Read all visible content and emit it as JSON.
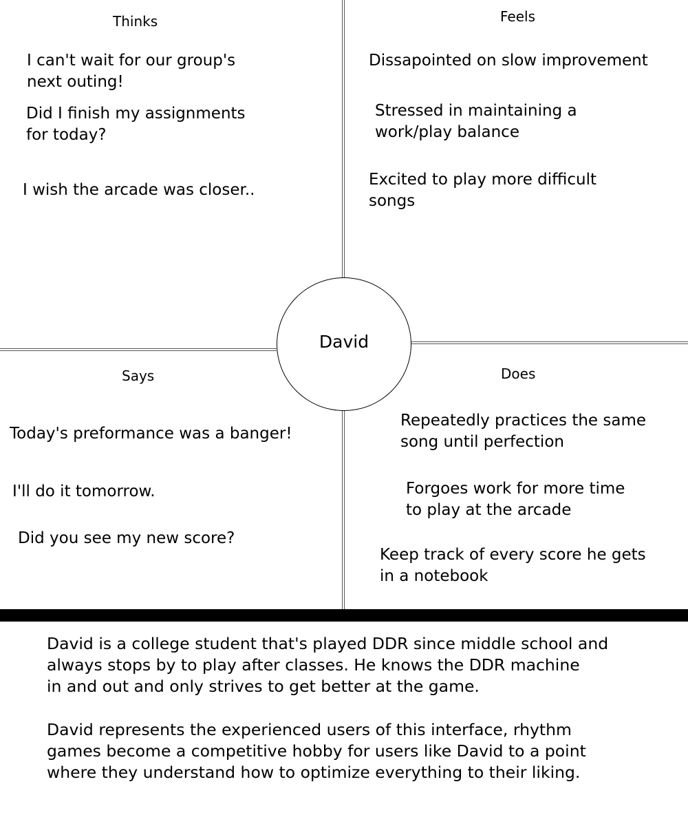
{
  "center": {
    "name": "David"
  },
  "quadrants": {
    "thinks": {
      "heading": "Thinks",
      "notes": [
        "I can't wait for our group's\nnext outing!",
        "Did I finish my assignments\nfor today?",
        "I wish the arcade was closer.."
      ]
    },
    "feels": {
      "heading": "Feels",
      "notes": [
        "Dissapointed on slow improvement",
        "Stressed in maintaining a\nwork/play balance",
        "Excited to play more difficult\nsongs"
      ]
    },
    "says": {
      "heading": "Says",
      "notes": [
        "Today's preformance was a banger!",
        "I'll do it tomorrow.",
        "Did you see my new score?"
      ]
    },
    "does": {
      "heading": "Does",
      "notes": [
        "Repeatedly practices the same\nsong until perfection",
        "Forgoes work for more time\nto play at the arcade",
        "Keep track of every score he gets\nin a notebook"
      ]
    }
  },
  "description": {
    "paragraphs": [
      "David is a college student that's played DDR since middle school and\nalways stops by to play after classes. He knows the DDR machine\nin and out and only strives to get better at the game.",
      "David represents the experienced users of this interface, rhythm\ngames become a competitive hobby for users like David to a point\nwhere they understand how to optimize everything to their liking."
    ]
  }
}
